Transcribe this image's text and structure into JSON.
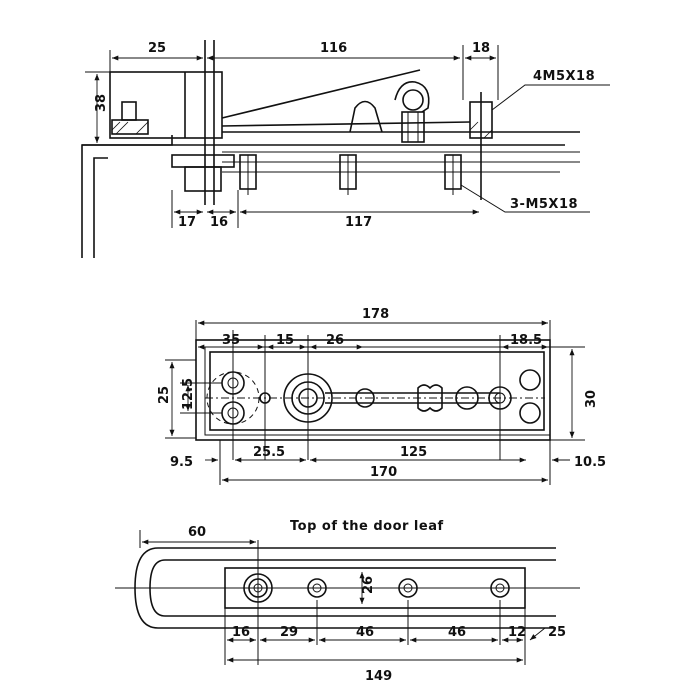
{
  "views": {
    "side": {
      "dims": {
        "d25": "25",
        "d116": "116",
        "d18": "18",
        "d38": "38",
        "d17": "17",
        "d16": "16",
        "d117": "117"
      },
      "callouts": {
        "top": "4M5X18",
        "bottom": "3-M5X18"
      }
    },
    "plan": {
      "dims": {
        "d178": "178",
        "d35": "35",
        "d15": "15",
        "d26": "26",
        "d18_5": "18.5",
        "d25": "25",
        "d12_5": "12.5",
        "d30": "30",
        "d9_5": "9.5",
        "d25_5": "25.5",
        "d125": "125",
        "d170": "170",
        "d10_5": "10.5"
      }
    },
    "leaf": {
      "title": "Top of the door leaf",
      "dims": {
        "d60": "60",
        "d26": "26",
        "d16": "16",
        "d29": "29",
        "d46a": "46",
        "d46b": "46",
        "d12": "12",
        "d25": "25",
        "d149": "149"
      }
    }
  }
}
